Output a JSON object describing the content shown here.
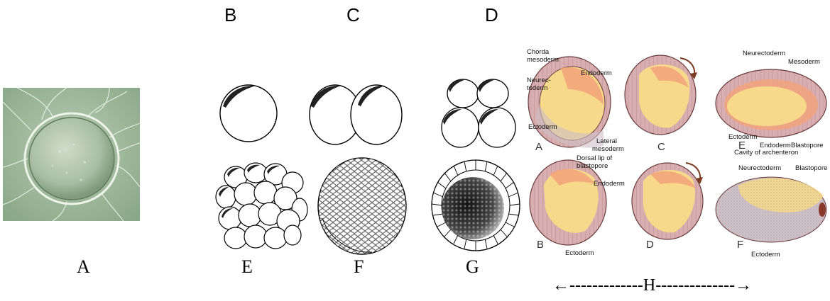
{
  "top_labels": {
    "b": "B",
    "c": "C",
    "d": "D"
  },
  "bottom_labels": {
    "a": "A",
    "e": "E",
    "f": "F",
    "g": "G"
  },
  "range_label": "←-------------H--------------→",
  "gastrula": {
    "a": {
      "letter": "A",
      "chorda_1": "Chorda",
      "chorda_2": "mesoderm",
      "neurect_1": "Neurec-",
      "neurect_2": "toderm",
      "endoderm": "Endoderm",
      "ectoderm": "Ectoderm",
      "lateral_1": "Lateral",
      "lateral_2": "mesoderm"
    },
    "b": {
      "letter": "B",
      "dorsal_1": "Dorsal lip of",
      "dorsal_2": "blastopore",
      "endoderm": "Endoderm",
      "ectoderm": "Ectoderm"
    },
    "c": {
      "letter": "C"
    },
    "d": {
      "letter": "D"
    },
    "e": {
      "letter": "E",
      "neurectoderm": "Neurectoderm",
      "mesoderm": "Mesoderm",
      "ectoderm": "Ectoderm",
      "endoderm": "Endoderm",
      "blastopore": "Blastopore",
      "cavity": "Cavity of archenteron"
    },
    "f": {
      "letter": "F",
      "neurectoderm": "Neurectoderm",
      "blastopore": "Blastopore",
      "ectoderm": "Ectoderm"
    }
  },
  "colors": {
    "photo_bg": "#9cb59a",
    "ectoderm_pink": "#d9aeb0",
    "endoderm_yellow": "#f6d98a",
    "mesoderm_orange": "#f2a27a",
    "ectoderm_grey": "#cdbfc6",
    "arrow_brown": "#7a3b22"
  }
}
